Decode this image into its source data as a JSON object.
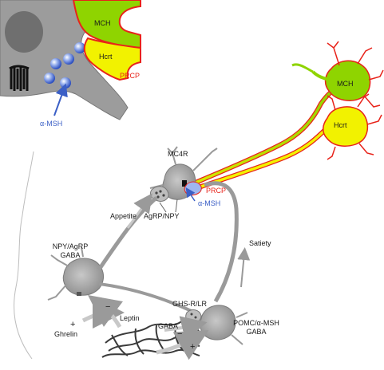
{
  "inset": {
    "mch_label": "MCH",
    "hcrt_label": "Hcrt",
    "prcp_label": "PRCP",
    "alpha_msh_label": "α-MSH"
  },
  "main": {
    "mch_label": "MCH",
    "hcrt_label": "Hcrt",
    "mc4r_label": "MC4R",
    "prcp_label": "PRCP",
    "alpha_msh_label": "α-MSH",
    "agrp_npy_label": "AgRP/NPY",
    "appetite_label": "Appetite",
    "satiety_label": "Satiety",
    "npy_agrp_label_line1": "NPY/AgRP",
    "npy_agrp_label_line2": "GABA",
    "ghsr_label": "GHS-R/LR",
    "leptin_label": "Leptin",
    "gaba_label": "GABA",
    "pomc_label_line1": "POMC/α-MSH",
    "pomc_label_line2": "GABA",
    "ghrelin_label": "Ghrelin",
    "plus_ghrelin": "+",
    "minus_leptin": "−",
    "minus_gaba": "−",
    "plus_pomc": "+"
  },
  "colors": {
    "mch_fill": "#8fd400",
    "hcrt_fill": "#f2f200",
    "prcp_outline": "#e8231a",
    "neuron_gray": "#9a9a9a",
    "alpha_msh_blue": "#3b5fc6"
  }
}
